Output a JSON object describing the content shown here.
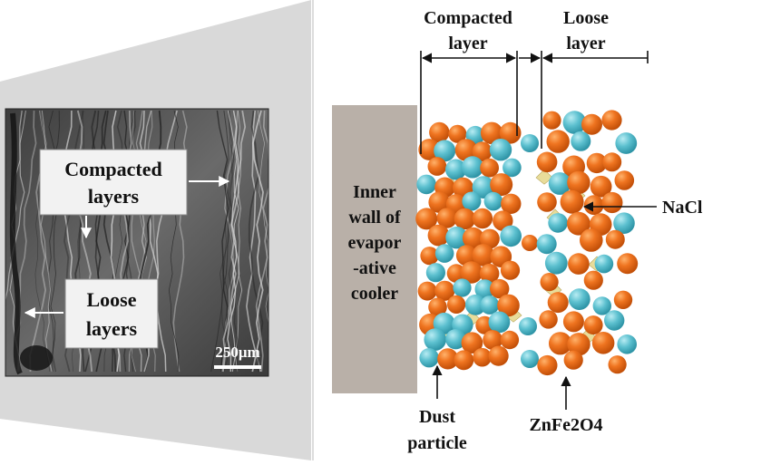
{
  "sem_micrograph": {
    "callout_compacted": [
      "Compacted",
      "layers"
    ],
    "callout_loose": [
      "Loose",
      "layers"
    ],
    "scale_bar": "250μm"
  },
  "schematic": {
    "compacted_layer": [
      "Compacted",
      "layer"
    ],
    "loose_layer": [
      "Loose",
      "layer"
    ],
    "wall_label": [
      "Inner",
      "wall of",
      "evapor",
      "-ative",
      "cooler"
    ],
    "nacl": "NaCl",
    "dust": [
      "Dust",
      "particle"
    ],
    "znfe2o4": "ZnFe2O4"
  },
  "colors": {
    "dust_particle": "#ec6a14",
    "znfe2o4": "#5fbfcf",
    "nacl": "#e8dc9a",
    "wall": "#b9b0a8",
    "trapezoid": "#d9d9d9"
  }
}
